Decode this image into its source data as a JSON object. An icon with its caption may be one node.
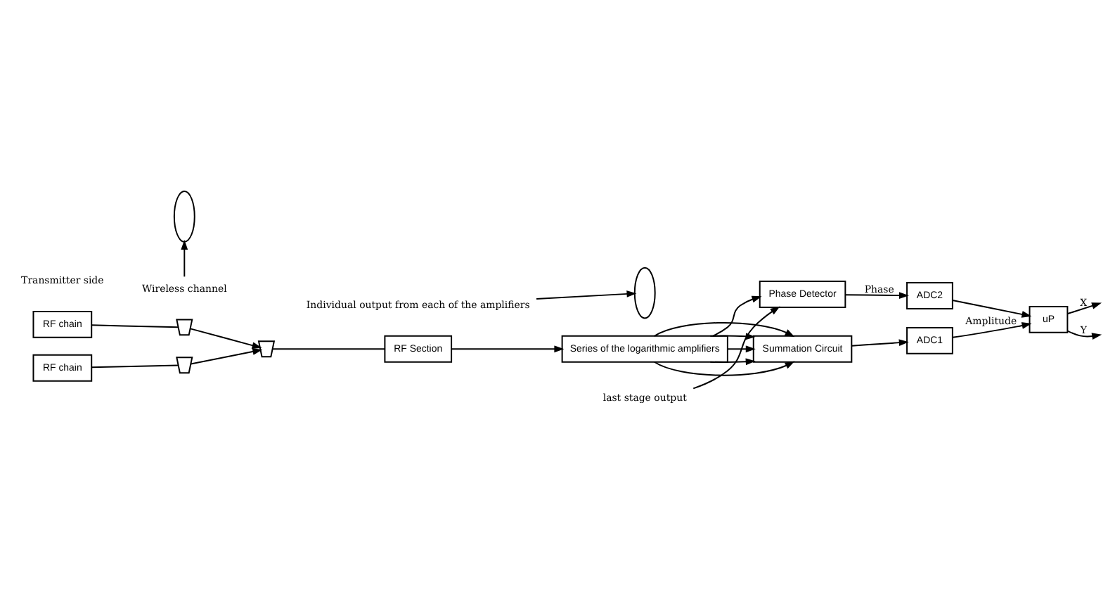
{
  "diagram": {
    "nodes": [
      {
        "text": [
          "RF chain"
        ]
      },
      {
        "text": [
          "RF chain"
        ]
      },
      {
        "text": [],
        "shape": "antenna"
      },
      {
        "text": [],
        "shape": "antenna"
      },
      {
        "text": [],
        "shape": "ellipse"
      },
      {
        "text": [],
        "shape": "antenna"
      },
      {
        "text": [
          "RF Section"
        ]
      },
      {
        "text": [
          "Series of the logarithmic amplifiers"
        ]
      },
      {
        "text": [
          "Phase Detector"
        ]
      },
      {
        "text": [
          "Summation Circuit"
        ]
      },
      {
        "text": [
          "ADC2"
        ]
      },
      {
        "text": [
          "ADC1"
        ]
      },
      {
        "text": [
          "uP"
        ]
      },
      {
        "text": [],
        "shape": "ellipse"
      },
      {
        "text": [
          "Wireless channel"
        ]
      },
      {
        "text": [
          "Individual output from each of the amplifiers"
        ]
      },
      {
        "text": [
          "last stage output"
        ]
      }
    ],
    "edges": [
      {
        "from": 0,
        "to": 2,
        "arrow": "none"
      },
      {
        "from": 1,
        "to": 3,
        "arrow": "none"
      },
      {
        "from": 2,
        "to": 5,
        "arrow": "to"
      },
      {
        "from": 3,
        "to": 5,
        "arrow": "to"
      },
      {
        "from": 5,
        "to": 6,
        "arrow": "none"
      },
      {
        "from": 6,
        "to": 7,
        "arrow": "to"
      },
      {
        "from": 7,
        "to": 8,
        "arrow": "to"
      },
      {
        "from": 7,
        "to": 9,
        "arrow": "to"
      },
      {
        "from": 7,
        "to": 9,
        "arrow": "to"
      },
      {
        "from": 7,
        "to": 9,
        "arrow": "to"
      },
      {
        "from": 7,
        "to": 9,
        "arrow": "to"
      },
      {
        "from": 7,
        "to": 9,
        "arrow": "to"
      },
      {
        "from": 8,
        "to": 10,
        "label": "Phase",
        "arrow": "to"
      },
      {
        "from": 10,
        "to": 12,
        "arrow": "to"
      },
      {
        "from": 9,
        "to": 11,
        "arrow": "to"
      },
      {
        "from": 11,
        "to": 12,
        "label": "Amplitude",
        "arrow": "to"
      },
      {
        "from": 12,
        "to": null,
        "label": "X",
        "arrow": "to"
      },
      {
        "from": 12,
        "to": null,
        "label": "Y",
        "arrow": "to"
      },
      {
        "from": 14,
        "to": 4,
        "arrow": "to"
      },
      {
        "from": 15,
        "to": 13,
        "arrow": "to"
      },
      {
        "from": 16,
        "to": 8,
        "arrow": "to"
      }
    ],
    "labels": [
      "Transmitter side"
    ]
  }
}
